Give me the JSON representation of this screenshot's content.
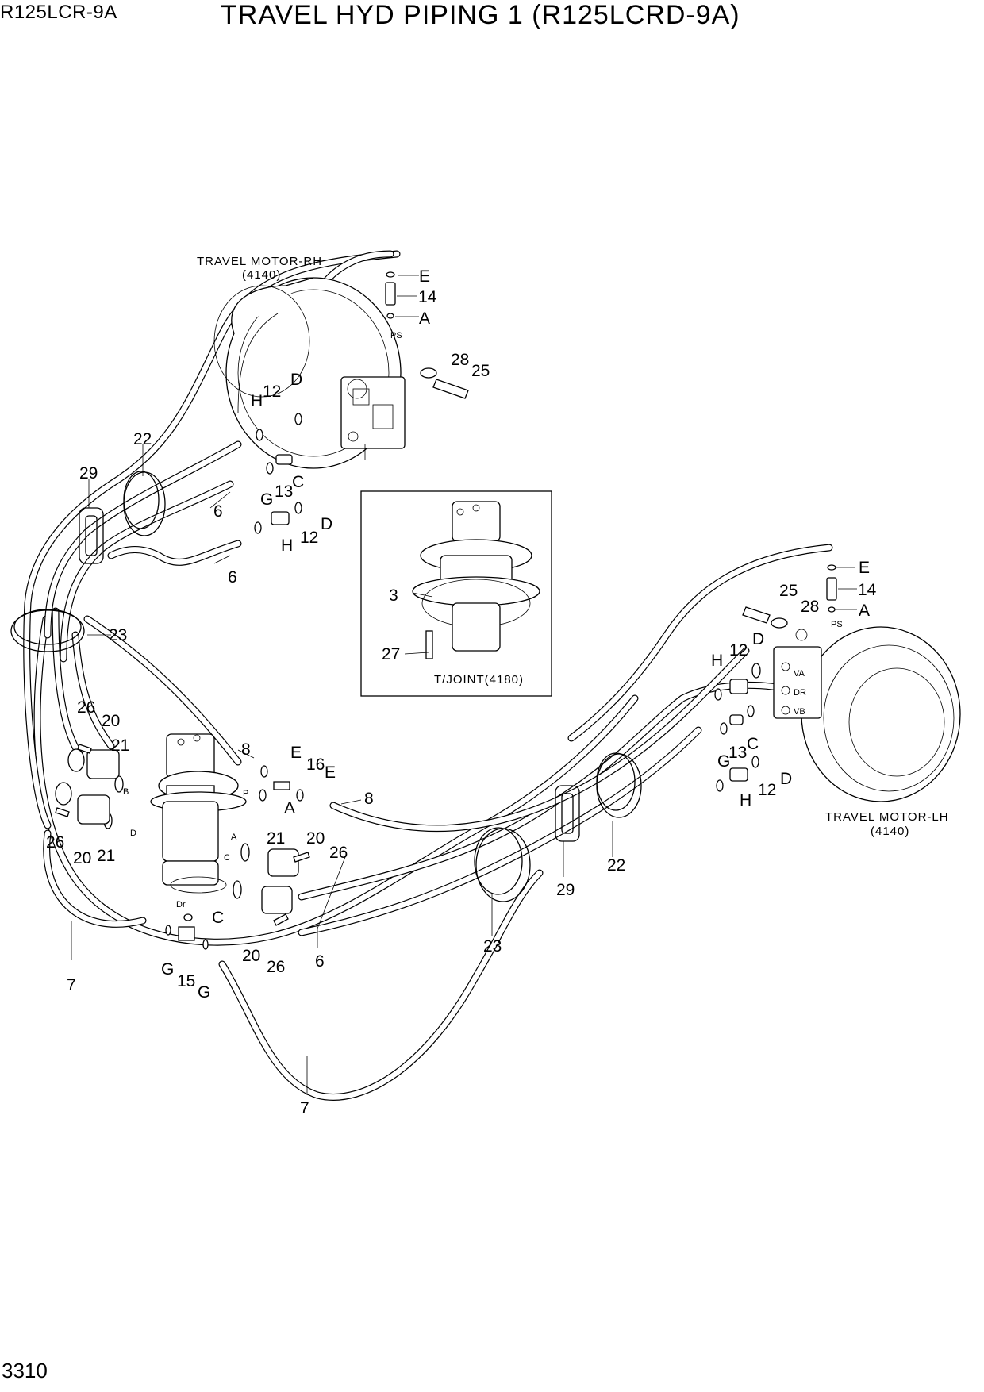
{
  "header": {
    "model": "R125LCR-9A",
    "title": "TRAVEL HYD PIPING 1 (R125LCRD-9A)"
  },
  "footer": {
    "page_number": "3310"
  },
  "assemblies": {
    "travel_motor_rh": {
      "name": "TRAVEL MOTOR-RH",
      "ref": "(4140)"
    },
    "travel_motor_lh": {
      "name": "TRAVEL MOTOR-LH",
      "ref": "(4140)"
    },
    "turning_joint": {
      "name": "T/JOINT(4180)"
    }
  },
  "callouts": {
    "n3": "3",
    "n6": "6",
    "n7": "7",
    "n8": "8",
    "n12": "12",
    "n13": "13",
    "n14": "14",
    "n15": "15",
    "n16": "16",
    "n20": "20",
    "n21": "21",
    "n22": "22",
    "n23": "23",
    "n25": "25",
    "n26": "26",
    "n27": "27",
    "n28": "28",
    "n29": "29",
    "A": "A",
    "B": "B",
    "C": "C",
    "D": "D",
    "E": "E",
    "G": "G",
    "H": "H"
  },
  "port_labels": {
    "ps": "PS",
    "p": "P",
    "a": "A",
    "b": "B",
    "c": "C",
    "d": "D",
    "dr": "Dr",
    "va": "VA",
    "dr_lh": "DR",
    "vb": "VB"
  }
}
